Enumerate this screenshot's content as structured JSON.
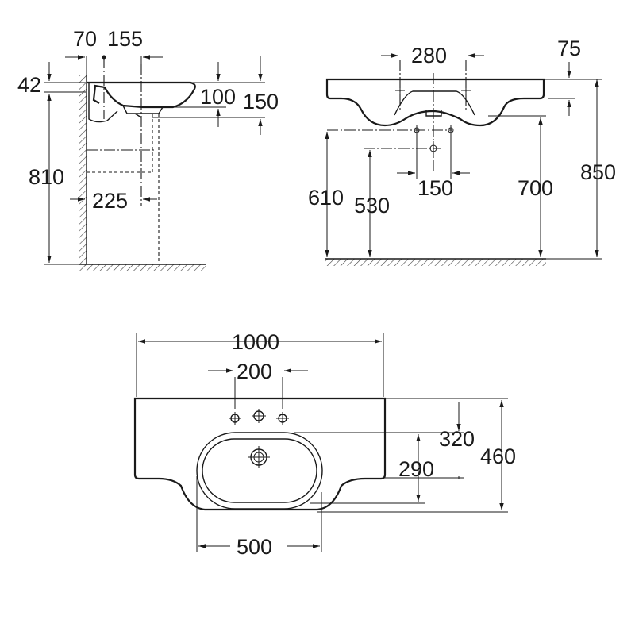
{
  "side_view": {
    "dim_depth_top": "70",
    "dim_tap_offset": "155",
    "dim_rim": "42",
    "dim_bowl": "100",
    "dim_waste": "150",
    "dim_height": "810",
    "dim_waste_wall": "225"
  },
  "front_view": {
    "dim_fixing_span": "280",
    "dim_top_thickness": "75",
    "dim_total_height": "850",
    "dim_fix_height": "610",
    "dim_waste_height": "530",
    "dim_waste_span": "150",
    "dim_underside": "700"
  },
  "top_view": {
    "dim_width": "1000",
    "dim_tap_span": "200",
    "dim_bowl_depth": "320",
    "dim_total_depth": "460",
    "dim_drain": "290",
    "dim_bowl_width": "500"
  },
  "colors": {
    "line": "#1a1a1a",
    "background": "#ffffff"
  }
}
